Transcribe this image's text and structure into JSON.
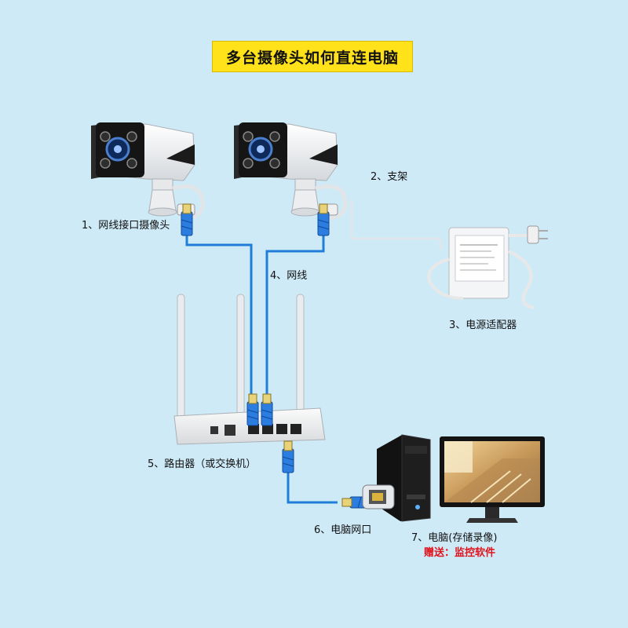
{
  "title": "多台摄像头如何直连电脑",
  "labels": {
    "camera_port": "1、网线接口摄像头",
    "bracket": "2、支架",
    "adapter": "3、电源适配器",
    "cable": "4、网线",
    "router": "5、路由器（或交换机）",
    "pc_port": "6、电脑网口",
    "pc": "7、电脑(存储录像)",
    "gift": "赠送：监控软件"
  },
  "colors": {
    "background": "#cfeaf7",
    "title_bg": "#ffe21a",
    "cable": "#1f7fd8",
    "gift_text": "#e0121b"
  },
  "icons": [
    "camera-icon",
    "bracket-icon",
    "rj45-connector-icon",
    "power-adapter-icon",
    "router-icon",
    "pc-tower-icon",
    "monitor-icon"
  ]
}
